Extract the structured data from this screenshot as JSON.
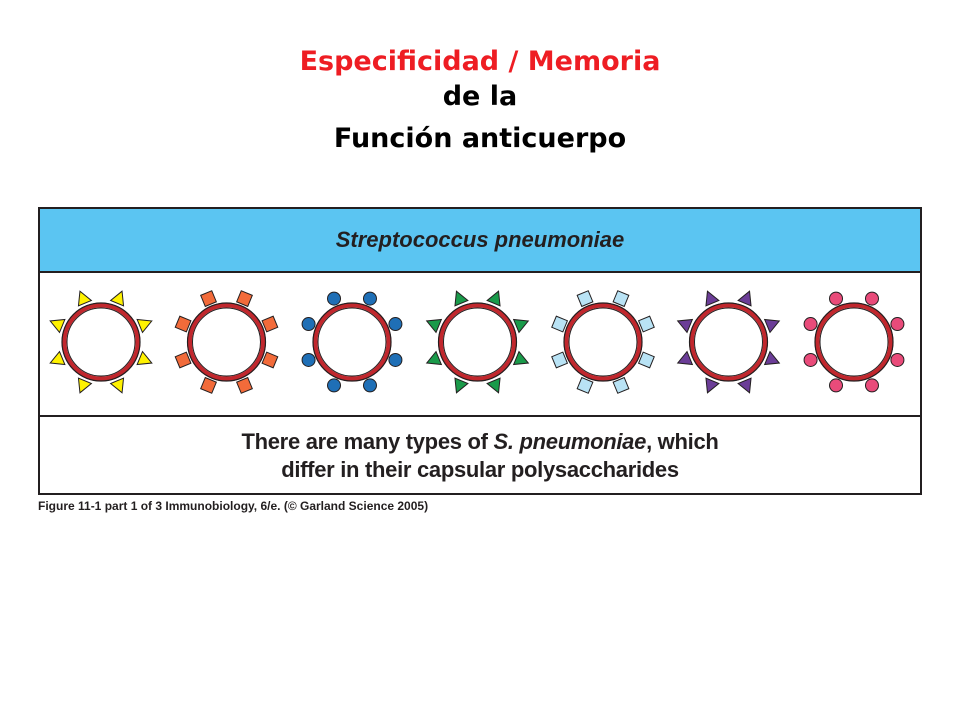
{
  "title": {
    "line1": "Especificidad / Memoria",
    "line2": "de la",
    "line3": "Función anticuerpo"
  },
  "banner": {
    "label": "Streptococcus pneumoniae"
  },
  "bacteria": [
    {
      "shape": "triangle",
      "color": "#fff200"
    },
    {
      "shape": "square",
      "color": "#f26b3a"
    },
    {
      "shape": "circle",
      "color": "#1f6fb6"
    },
    {
      "shape": "triangle",
      "color": "#1a9a4a"
    },
    {
      "shape": "square",
      "color": "#b9e3f5"
    },
    {
      "shape": "triangle",
      "color": "#6b3d97"
    },
    {
      "shape": "circle",
      "color": "#e94b7a"
    }
  ],
  "colors": {
    "cell_wall": "#c1272d",
    "banner": "#5bc5f2",
    "title_accent": "#ee1d23"
  },
  "caption": {
    "prefix": "There are many types of ",
    "italic": "S. pneumoniae",
    "suffix": ", which",
    "line2": "differ in their capsular polysaccharides"
  },
  "credit": "Figure 11-1 part 1 of 3  Immunobiology, 6/e. (© Garland Science 2005)"
}
